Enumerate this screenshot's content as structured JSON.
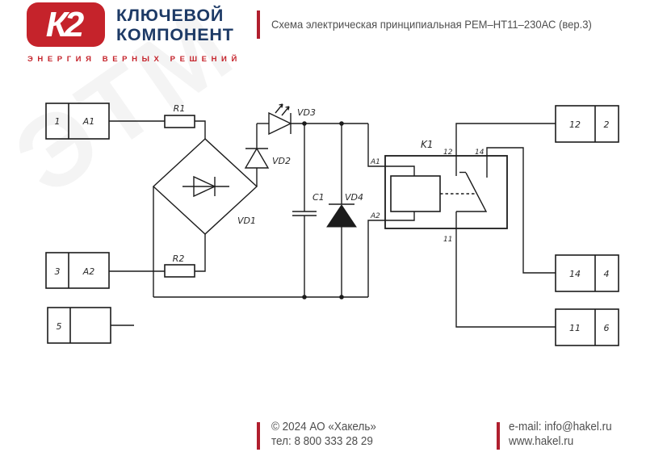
{
  "header": {
    "logo_text": "К2",
    "company_name_line1": "КЛЮЧЕВОЙ",
    "company_name_line2": "КОМПОНЕНТ",
    "tagline": "ЭНЕРГИЯ ВЕРНЫХ РЕШЕНИЙ",
    "doc_title": "Схема электрическая принципиальная РЕМ–НТ11–230АС (вер.3)"
  },
  "footer": {
    "copyright": "© 2024 АО «Хакель»",
    "phone": "тел: 8 800 333 28 29",
    "email": "e-mail: info@hakel.ru",
    "website": "www.hakel.ru"
  },
  "watermark": "ЭТМ",
  "colors": {
    "brand_red": "#c5232b",
    "brand_navy": "#1d3a66",
    "accent_red": "#b01f2e",
    "text_gray": "#4f4f4f",
    "line_black": "#1c1c1c",
    "bg_white": "#ffffff"
  },
  "schematic": {
    "components": {
      "r1": "R1",
      "r2": "R2",
      "vd1": "VD1",
      "vd2": "VD2",
      "vd3": "VD3",
      "vd4": "VD4",
      "c1": "C1",
      "k1": "K1"
    },
    "relay_terminals": {
      "a1": "A1",
      "a2": "A2",
      "t12": "12",
      "t14": "14",
      "t11": "11"
    },
    "connectors": {
      "left": [
        {
          "pin": "1",
          "label": "A1"
        },
        {
          "pin": "3",
          "label": "A2"
        },
        {
          "pin": "5",
          "label": ""
        }
      ],
      "right": [
        {
          "pin": "12",
          "label": "2"
        },
        {
          "pin": "14",
          "label": "4"
        },
        {
          "pin": "11",
          "label": "6"
        }
      ]
    }
  }
}
